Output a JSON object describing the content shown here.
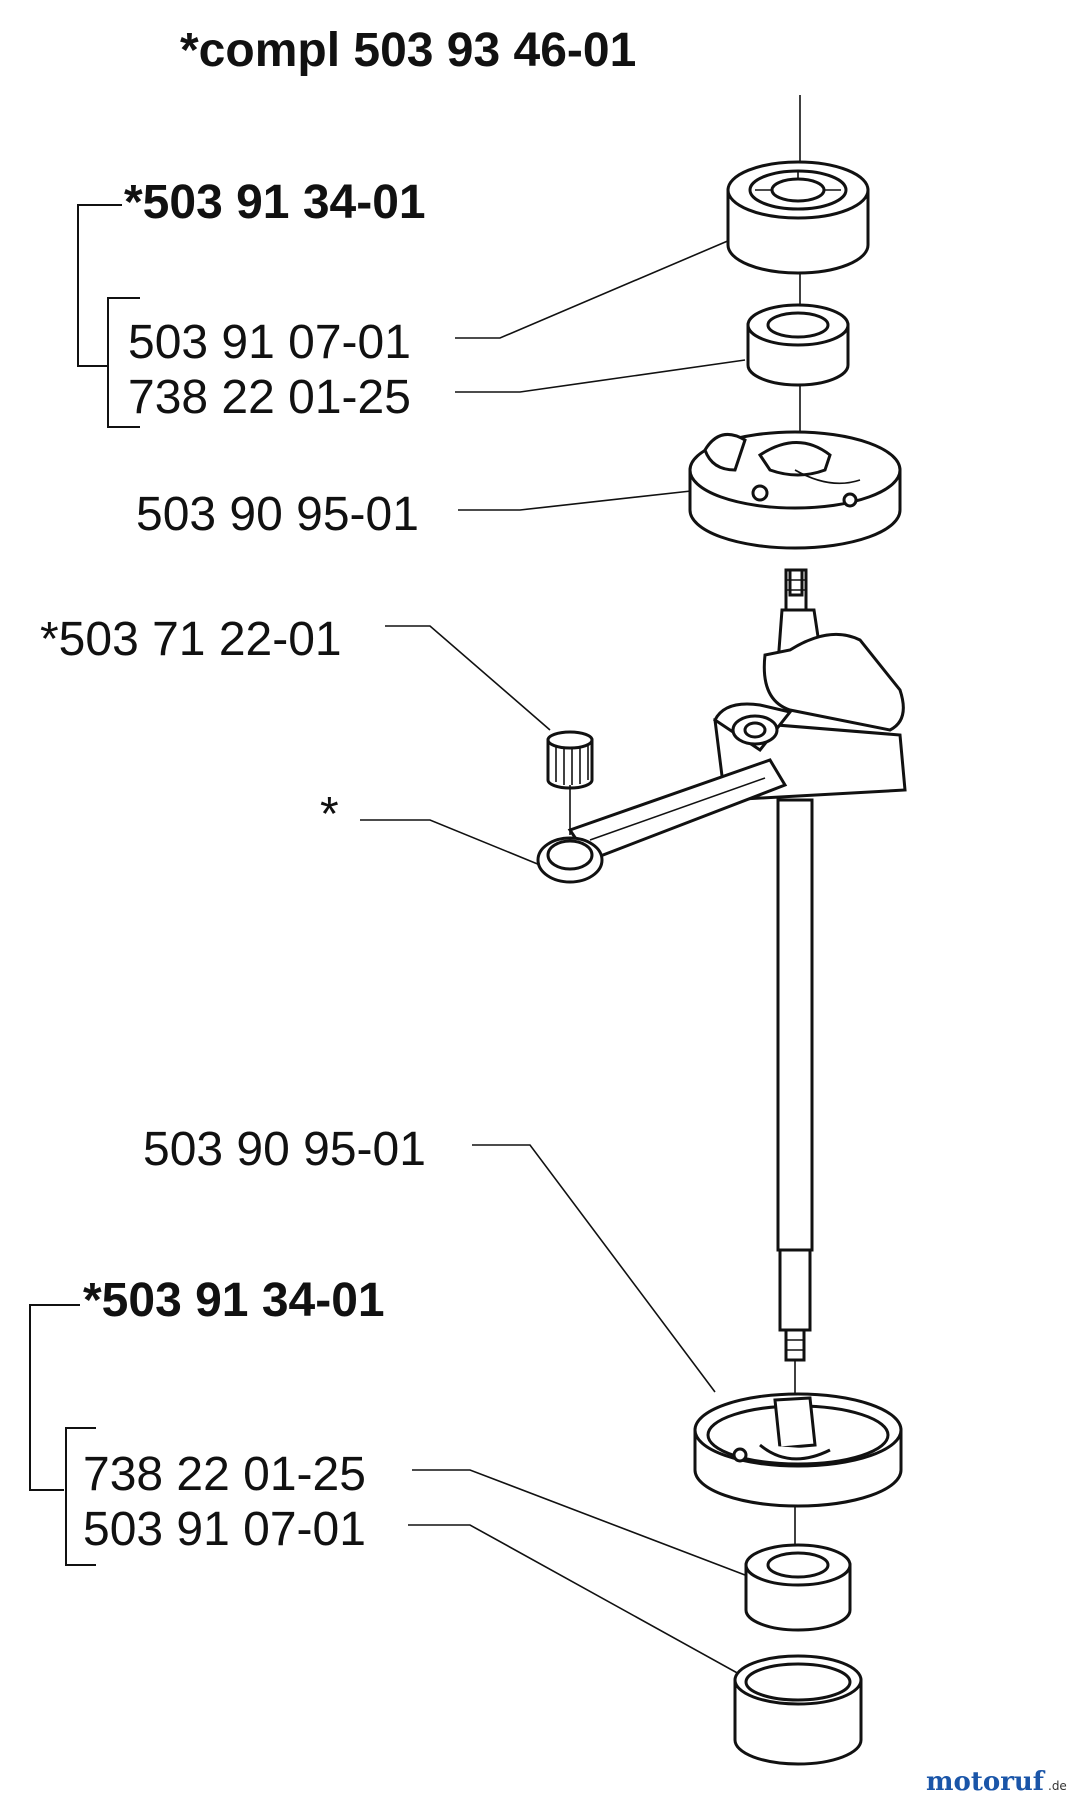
{
  "title": "*compl 503 93 46-01",
  "labels": {
    "kit_top": "*503 91 34-01",
    "bearing_top_a": "503 91 07-01",
    "bearing_top_b": "738 22 01-25",
    "plate_top": "503 90 95-01",
    "needle_bearing": "*503 71 22-01",
    "conrod": "*",
    "plate_bottom": "503 90 95-01",
    "kit_bottom": "*503 91 34-01",
    "bearing_bottom_a": "738 22 01-25",
    "bearing_bottom_b": "503 91 07-01"
  },
  "watermark": {
    "text": "motoruf",
    "suffix": ".de",
    "color": "#1a55a8"
  }
}
